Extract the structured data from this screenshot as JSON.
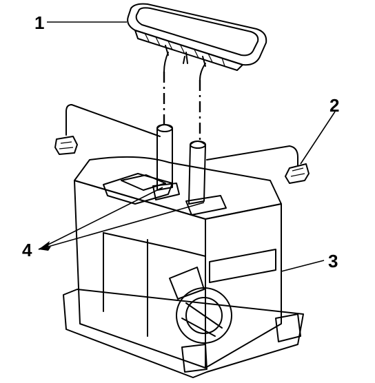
{
  "callouts": {
    "c1": "1",
    "c2": "2",
    "c3": "3",
    "c4": "4"
  },
  "colors": {
    "ink": "#000000",
    "shade": "#8c8c8c",
    "paper": "#ffffff"
  }
}
